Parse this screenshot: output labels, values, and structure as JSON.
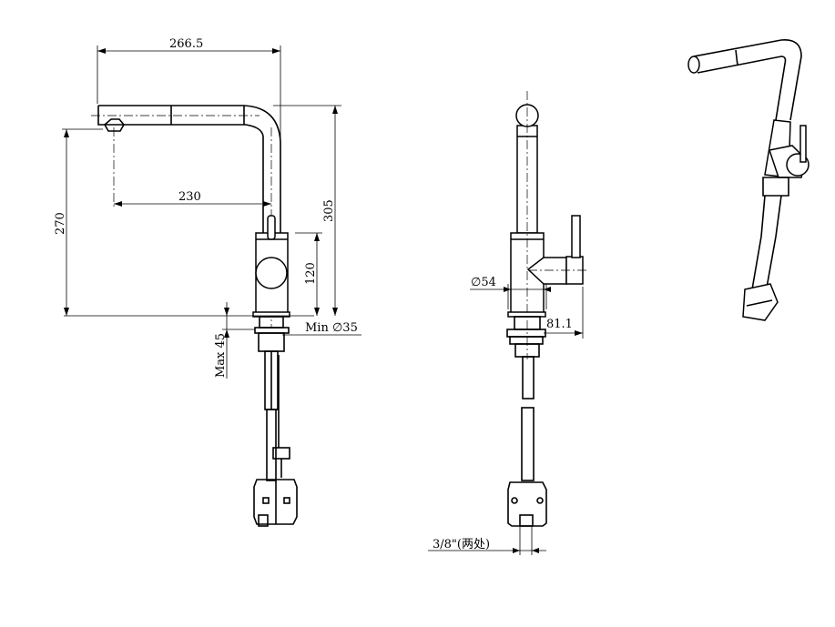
{
  "drawing": {
    "front_view": {
      "dim_spout_reach": "266.5",
      "dim_outlet_to_center": "230",
      "dim_outlet_height": "270",
      "dim_total_height": "305",
      "dim_body_height": "120",
      "dim_hole": "Min ∅35",
      "dim_deck_thickness": "Max 45"
    },
    "side_view": {
      "dim_body_diameter": "∅54",
      "dim_lever_offset": "81.1",
      "dim_connection": "3/8\"(两处)"
    },
    "colors": {
      "line": "#000000",
      "background": "#ffffff"
    }
  }
}
